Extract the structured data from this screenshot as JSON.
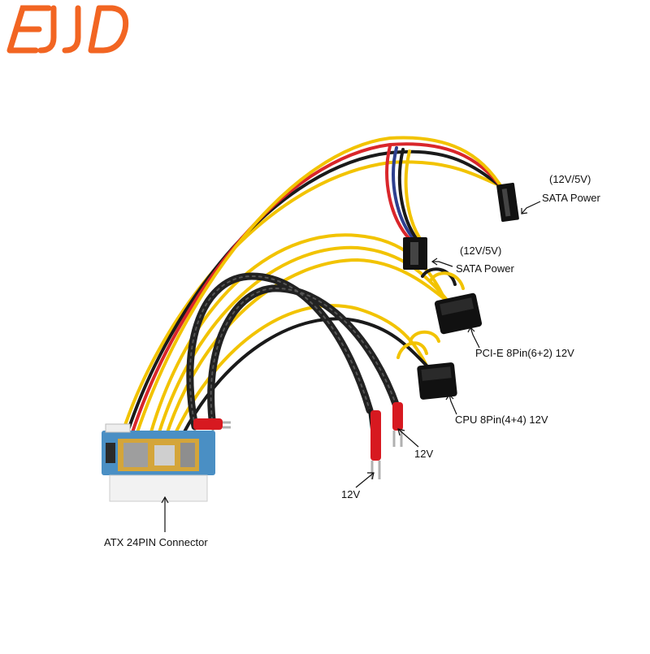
{
  "logo": {
    "text": "EJJD",
    "color": "#f26522"
  },
  "colors": {
    "wire_yellow": "#f2c300",
    "wire_red": "#d9262b",
    "wire_blue": "#2d3f8f",
    "wire_black": "#1a1a1a",
    "sleeve": "#222222",
    "terminal_red": "#d71920",
    "connector_black": "#111111",
    "pcb_blue": "#4a8fc4"
  },
  "labels": {
    "sata_top_voltage": "(12V/5V)",
    "sata_top": "SATA Power",
    "sata_mid_voltage": "(12V/5V)",
    "sata_mid": "SATA Power",
    "pcie": "PCI-E 8Pin(6+2) 12V",
    "cpu": "CPU 8Pin(4+4) 12V",
    "term_right": "12V",
    "term_left": "12V",
    "atx": "ATX 24PIN Connector"
  }
}
